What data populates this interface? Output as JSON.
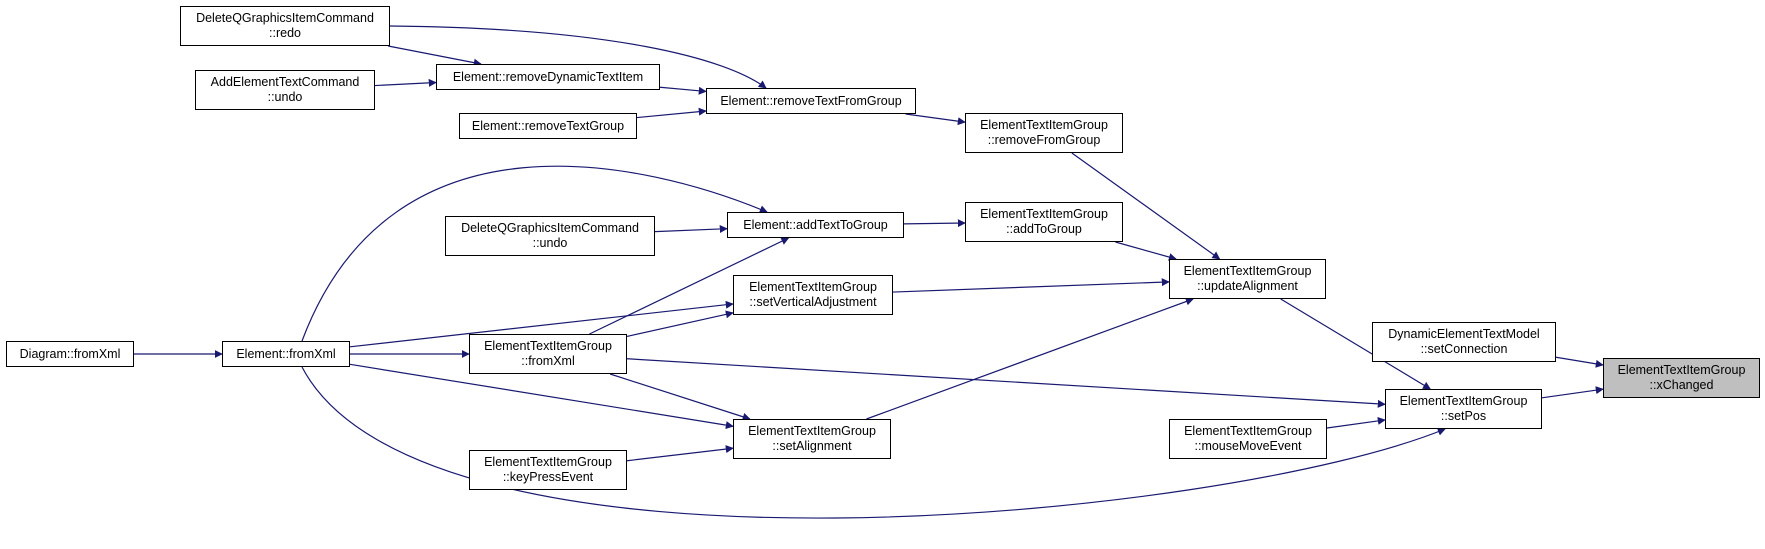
{
  "colors": {
    "edge": "#191970",
    "node_border": "#000000",
    "node_fill": "#ffffff",
    "highlight_fill": "#bfbfbf"
  },
  "nodes": {
    "delete_redo": {
      "line1": "DeleteQGraphicsItemCommand",
      "line2": "::redo"
    },
    "add_text_undo": {
      "line1": "AddElementTextCommand",
      "line2": "::undo"
    },
    "remove_dynamic_text_item": {
      "line1": "Element::removeDynamicTextItem"
    },
    "remove_text_group": {
      "line1": "Element::removeTextGroup"
    },
    "remove_text_from_group": {
      "line1": "Element::removeTextFromGroup"
    },
    "etig_remove_from_group": {
      "line1": "ElementTextItemGroup",
      "line2": "::removeFromGroup"
    },
    "delete_undo": {
      "line1": "DeleteQGraphicsItemCommand",
      "line2": "::undo"
    },
    "add_text_to_group": {
      "line1": "Element::addTextToGroup"
    },
    "etig_add_to_group": {
      "line1": "ElementTextItemGroup",
      "line2": "::addToGroup"
    },
    "etig_set_vertical_adjustment": {
      "line1": "ElementTextItemGroup",
      "line2": "::setVerticalAdjustment"
    },
    "etig_update_alignment": {
      "line1": "ElementTextItemGroup",
      "line2": "::updateAlignment"
    },
    "diagram_from_xml": {
      "line1": "Diagram::fromXml"
    },
    "element_from_xml": {
      "line1": "Element::fromXml"
    },
    "etig_from_xml": {
      "line1": "ElementTextItemGroup",
      "line2": "::fromXml"
    },
    "etig_set_alignment": {
      "line1": "ElementTextItemGroup",
      "line2": "::setAlignment"
    },
    "etig_key_press_event": {
      "line1": "ElementTextItemGroup",
      "line2": "::keyPressEvent"
    },
    "etig_mouse_move_event": {
      "line1": "ElementTextItemGroup",
      "line2": "::mouseMoveEvent"
    },
    "etig_set_pos": {
      "line1": "ElementTextItemGroup",
      "line2": "::setPos"
    },
    "detm_set_connection": {
      "line1": "DynamicElementTextModel",
      "line2": "::setConnection"
    },
    "etig_x_changed": {
      "line1": "ElementTextItemGroup",
      "line2": "::xChanged"
    }
  },
  "edges": [
    [
      "delete_redo",
      "remove_dynamic_text_item"
    ],
    [
      "delete_redo",
      "remove_text_from_group"
    ],
    [
      "add_text_undo",
      "remove_dynamic_text_item"
    ],
    [
      "remove_dynamic_text_item",
      "remove_text_from_group"
    ],
    [
      "remove_text_group",
      "remove_text_from_group"
    ],
    [
      "remove_text_from_group",
      "etig_remove_from_group"
    ],
    [
      "etig_remove_from_group",
      "etig_update_alignment"
    ],
    [
      "delete_undo",
      "add_text_to_group"
    ],
    [
      "add_text_to_group",
      "etig_add_to_group"
    ],
    [
      "etig_add_to_group",
      "etig_update_alignment"
    ],
    [
      "etig_set_vertical_adjustment",
      "etig_update_alignment"
    ],
    [
      "etig_set_alignment",
      "etig_update_alignment"
    ],
    [
      "etig_update_alignment",
      "etig_set_pos"
    ],
    [
      "diagram_from_xml",
      "element_from_xml"
    ],
    [
      "element_from_xml",
      "add_text_to_group"
    ],
    [
      "element_from_xml",
      "etig_set_vertical_adjustment"
    ],
    [
      "element_from_xml",
      "etig_from_xml"
    ],
    [
      "element_from_xml",
      "etig_set_alignment"
    ],
    [
      "element_from_xml",
      "etig_set_pos"
    ],
    [
      "etig_from_xml",
      "add_text_to_group"
    ],
    [
      "etig_from_xml",
      "etig_set_vertical_adjustment"
    ],
    [
      "etig_from_xml",
      "etig_set_alignment"
    ],
    [
      "etig_from_xml",
      "etig_set_pos"
    ],
    [
      "etig_key_press_event",
      "etig_set_alignment"
    ],
    [
      "etig_mouse_move_event",
      "etig_set_pos"
    ],
    [
      "etig_set_pos",
      "etig_x_changed"
    ],
    [
      "detm_set_connection",
      "etig_x_changed"
    ]
  ]
}
